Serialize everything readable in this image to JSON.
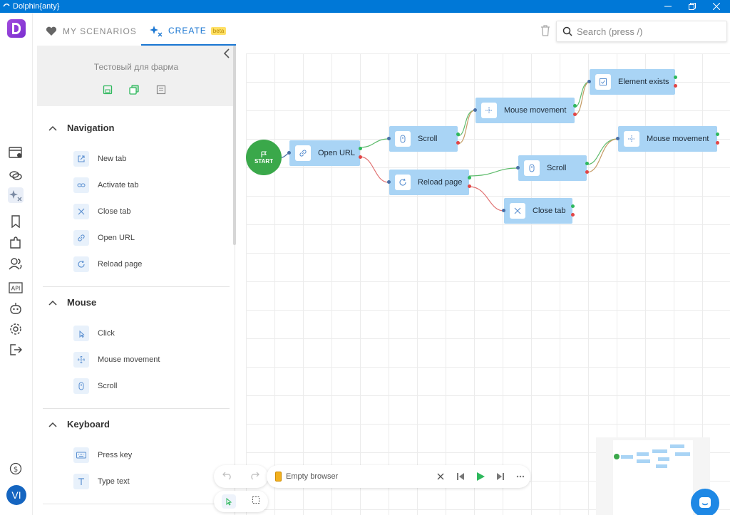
{
  "window": {
    "title": "Dolphin{anty}"
  },
  "tabs": {
    "scenarios": "MY SCENARIOS",
    "create": "CREATE",
    "beta": "beta"
  },
  "search": {
    "placeholder": "Search (press /)"
  },
  "panel": {
    "scenario_name": "Тестовый для фарма",
    "sections": [
      {
        "title": "Navigation",
        "items": [
          "New tab",
          "Activate tab",
          "Close tab",
          "Open URL",
          "Reload page"
        ]
      },
      {
        "title": "Mouse",
        "items": [
          "Click",
          "Mouse movement",
          "Scroll"
        ]
      },
      {
        "title": "Keyboard",
        "items": [
          "Press key",
          "Type text"
        ]
      }
    ]
  },
  "canvas": {
    "start_label": "START",
    "nodes": [
      {
        "id": "open-url",
        "label": "Open URL",
        "icon": "link-icon"
      },
      {
        "id": "scroll-1",
        "label": "Scroll",
        "icon": "scroll-icon"
      },
      {
        "id": "reload-page",
        "label": "Reload page",
        "icon": "reload-icon"
      },
      {
        "id": "mouse-movement-1",
        "label": "Mouse movement",
        "icon": "move-icon"
      },
      {
        "id": "element-exists",
        "label": "Element exists",
        "icon": "checkbox-icon"
      },
      {
        "id": "scroll-2",
        "label": "Scroll",
        "icon": "scroll-icon"
      },
      {
        "id": "mouse-movement-2",
        "label": "Mouse movement",
        "icon": "move-icon"
      },
      {
        "id": "close-tab",
        "label": "Close tab",
        "icon": "close-icon"
      }
    ]
  },
  "runbar": {
    "browser": "Empty browser"
  },
  "avatar": {
    "initials": "VI"
  },
  "colors": {
    "accent": "#1976d2",
    "node": "#a9d4f5",
    "start": "#3aa84a",
    "ok": "#2eb85c",
    "error": "#e24545",
    "titlebar": "#0078d7"
  }
}
